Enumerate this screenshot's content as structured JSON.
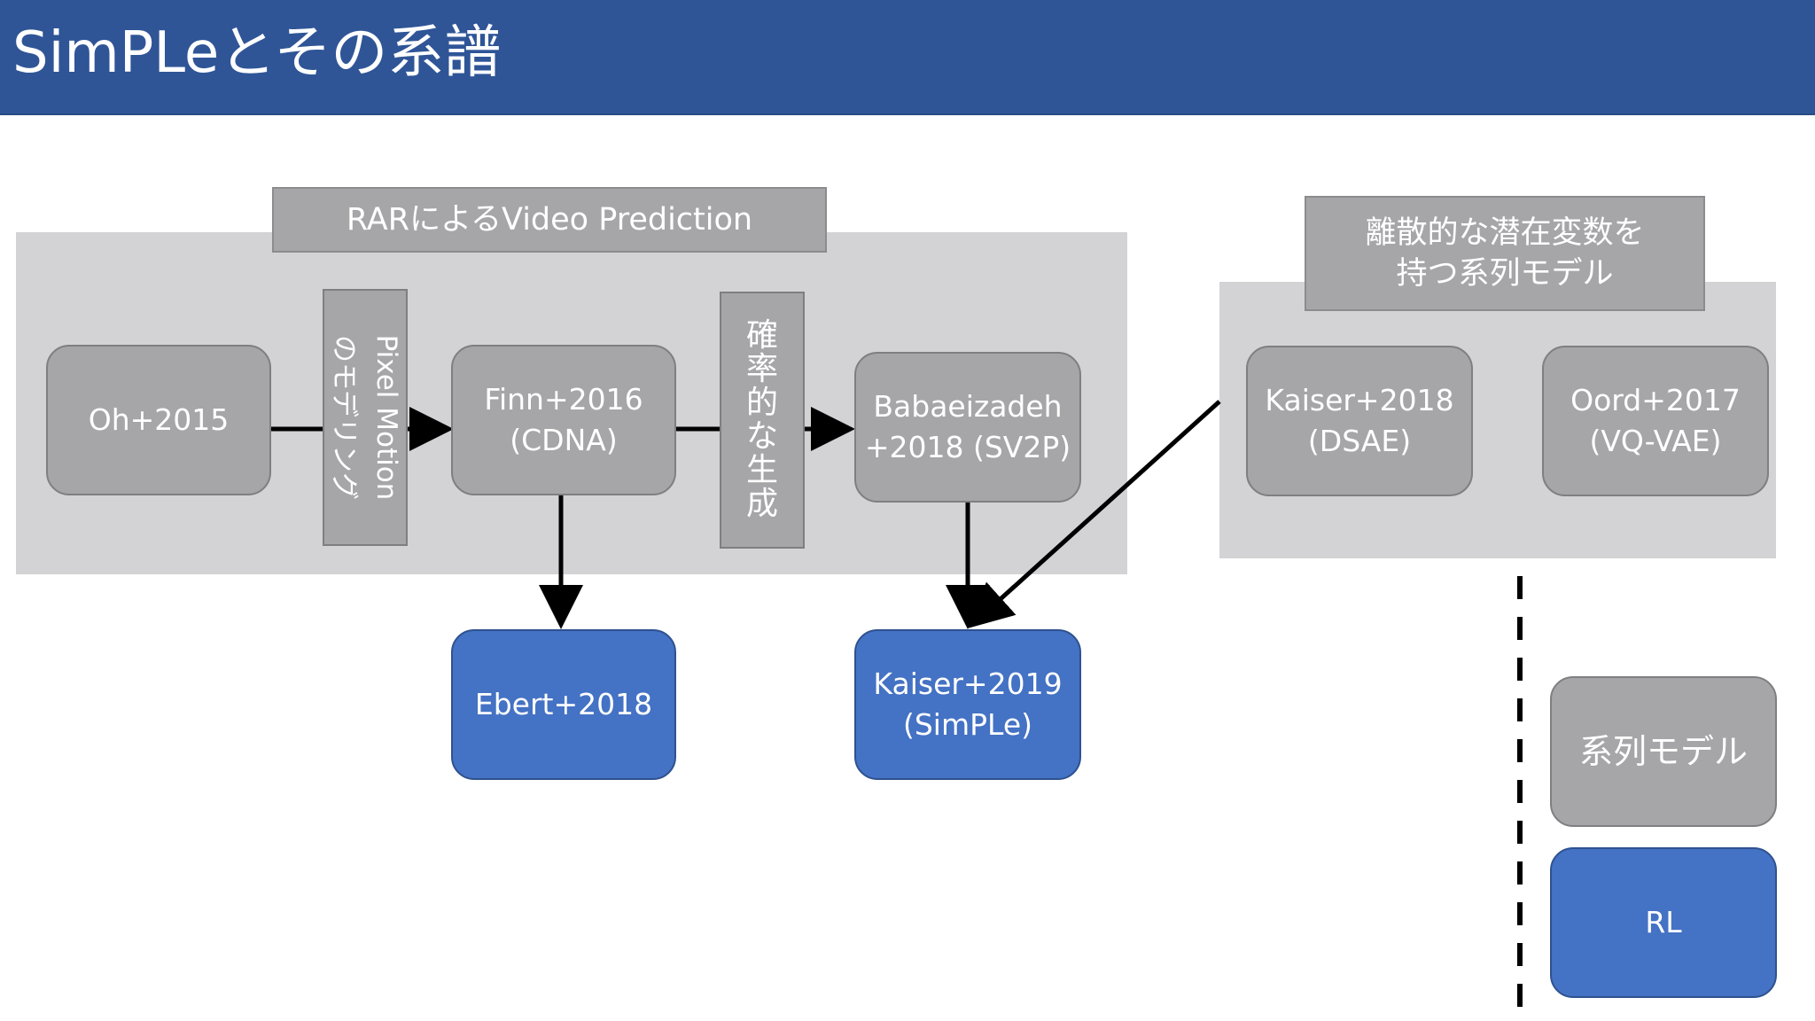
{
  "title": "SimPLeとその系譜",
  "groups": {
    "rar": {
      "label": "RARによるVideo Prediction"
    },
    "discrete": {
      "label_lines": [
        "離散的な潜在変数を",
        "持つ系列モデル"
      ]
    }
  },
  "nodes": {
    "oh2015": {
      "lines": [
        "Oh+2015"
      ]
    },
    "finn2016": {
      "lines": [
        "Finn+2016",
        "(CDNA)"
      ]
    },
    "babaeizadeh2018": {
      "lines": [
        "Babaeizadeh",
        "+2018 (SV2P)"
      ]
    },
    "kaiser2018": {
      "lines": [
        "Kaiser+2018",
        "(DSAE)"
      ]
    },
    "oord2017": {
      "lines": [
        "Oord+2017",
        "(VQ-VAE)"
      ]
    },
    "ebert2018": {
      "lines": [
        "Ebert+2018"
      ]
    },
    "kaiser2019": {
      "lines": [
        "Kaiser+2019",
        "(SimPLe)"
      ]
    }
  },
  "edge_labels": {
    "pixel_motion": {
      "lines": [
        "Pixel Motion",
        "のモデリング"
      ]
    },
    "stochastic": {
      "chars": [
        "確",
        "率",
        "的",
        "な",
        "生",
        "成"
      ]
    }
  },
  "legend": {
    "series_model": "系列モデル",
    "rl": "RL"
  },
  "colors": {
    "title_bar": "#2F5597",
    "group_bg": "#D3D2D5",
    "gray_node": "#A6A5A8",
    "blue_node": "#4472C4",
    "arrow": "#000000"
  }
}
